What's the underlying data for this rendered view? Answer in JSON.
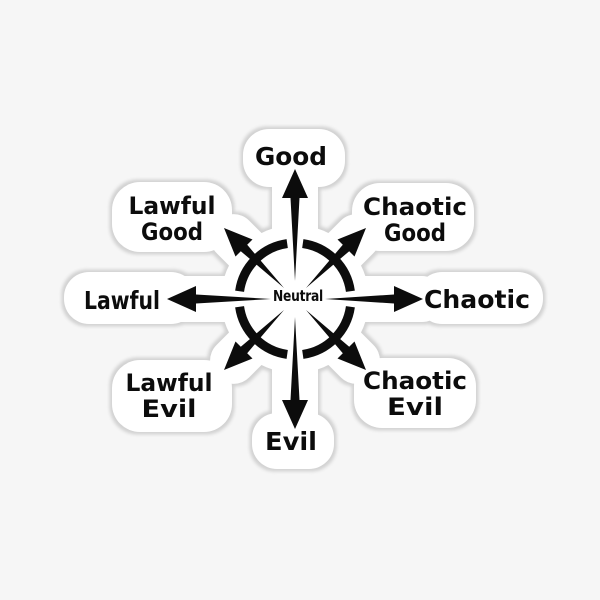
{
  "colors": {
    "background": "#f6f6f6",
    "sticker_fill": "#ffffff",
    "sticker_rim": "#d2d2d2",
    "ink": "#0c0c0c"
  },
  "diagram": {
    "center_label": "Neutral",
    "labels": {
      "north": {
        "lines": [
          "Good"
        ]
      },
      "northeast": {
        "lines": [
          "Chaotic",
          "Good"
        ]
      },
      "east": {
        "lines": [
          "Chaotic"
        ]
      },
      "southeast": {
        "lines": [
          "Chaotic",
          "Evil"
        ]
      },
      "south": {
        "lines": [
          "Evil"
        ]
      },
      "southwest": {
        "lines": [
          "Lawful",
          "Evil"
        ]
      },
      "west": {
        "lines": [
          "Lawful"
        ]
      },
      "northwest": {
        "lines": [
          "Lawful",
          "Good"
        ]
      }
    }
  }
}
